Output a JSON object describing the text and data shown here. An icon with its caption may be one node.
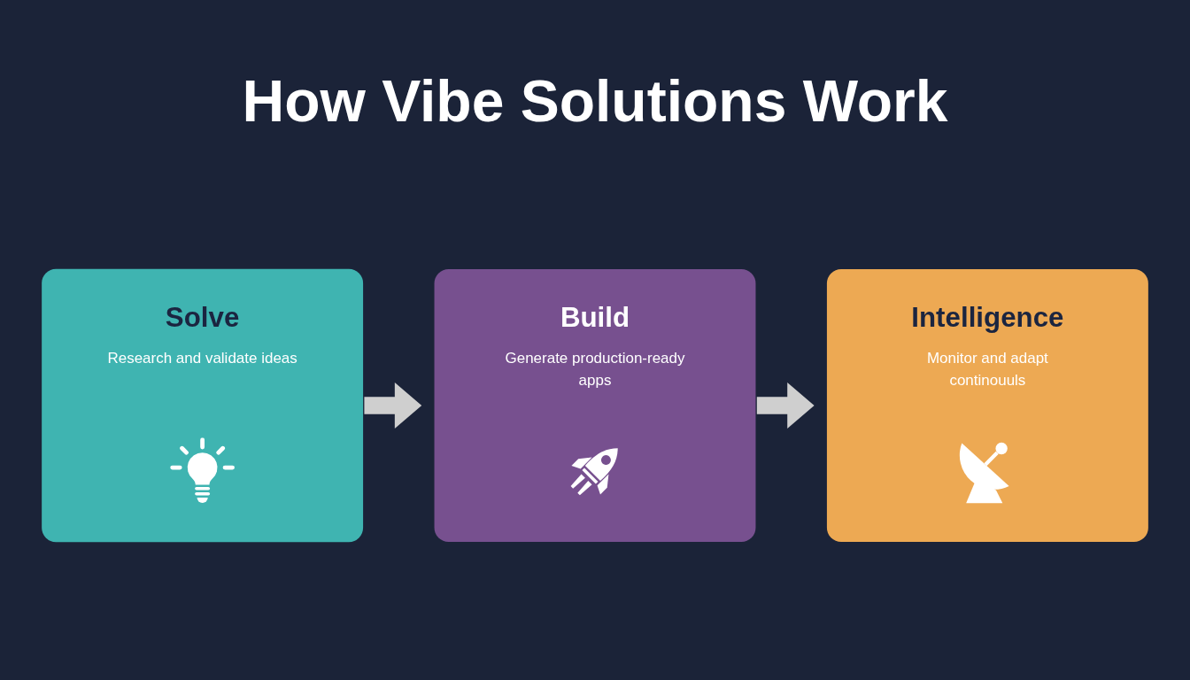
{
  "diagram": {
    "title": "How Vibe Solutions Work",
    "nodes": [
      {
        "text": [
          "Solve",
          "Research and validate ideas"
        ]
      },
      {
        "text": [
          "Build",
          "Generate production-ready apps"
        ]
      },
      {
        "text": [
          "Intelligence",
          "Monitor and adapt continouuls"
        ]
      }
    ],
    "edges": [
      {
        "from": 0,
        "to": 1,
        "arrow": "to"
      },
      {
        "from": 1,
        "to": 2,
        "arrow": "to"
      }
    ]
  }
}
